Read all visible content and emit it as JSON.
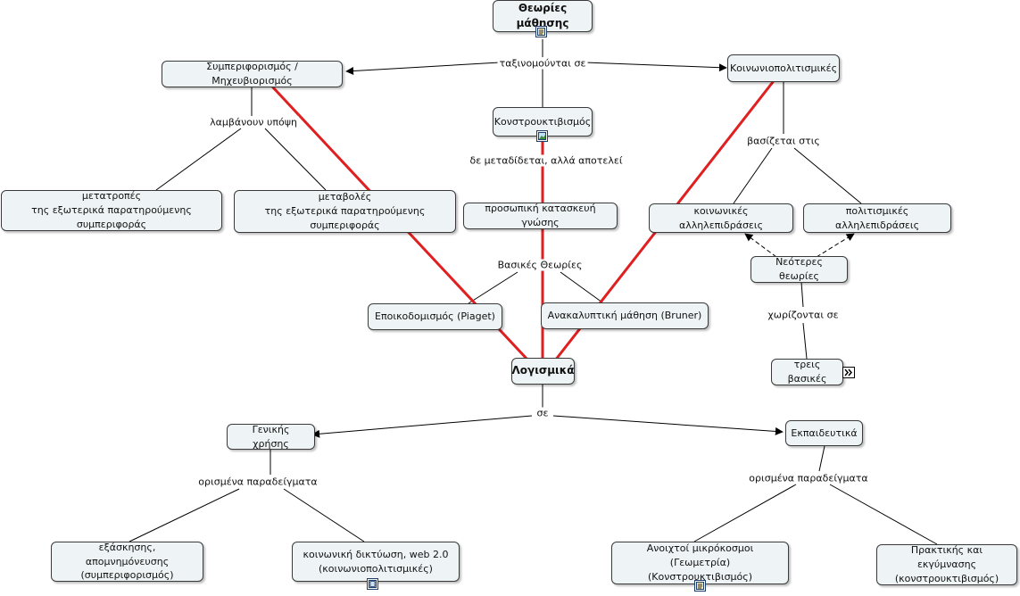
{
  "nodes": {
    "root": "Θεωρίες μάθησης",
    "behaviorism": "Συμπεριφορισμός / Μηχευβιορισμός",
    "sociocultural": "Κοινωνιοπολιτισμικές",
    "constructivism": "Κονστρουκτιβισμός",
    "changes1": [
      "μετατροπές",
      "της εξωτερικά παρατηρούμενης συμπεριφοράς"
    ],
    "changes2": [
      "μεταβολές",
      "της εξωτερικά παρατηρούμενης συμπεριφοράς"
    ],
    "personal": "προσωπική κατασκευή γνώσης",
    "social": "κοινωνικές αλληλεπιδράσεις",
    "cultural": "πολιτισμικές αλληλεπιδράσεις",
    "newer": "Νεότερες θεωρίες",
    "piaget": "Εποικοδομισμός (Piaget)",
    "bruner": "Ανακαλυπτική μάθηση (Bruner)",
    "three": "τρεις βασικές",
    "software": "Λογισμικά",
    "general": "Γενικής χρήσης",
    "educational": "Εκπαιδευτικά",
    "drill": [
      "εξάσκησης, απομνημόνευσης",
      "(συμπεριφορισμός)"
    ],
    "socialnet": [
      "κοινωνική δικτύωση, web 2.0",
      "(κοινωνιοπολιτισμικές)"
    ],
    "microworlds": [
      "Ανοιχτοί μικρόκοσμοι (Γεωμετρία)",
      "(Κονστρουκτιβισμός)"
    ],
    "practice": [
      "Πρακτικής και εκγύμνασης",
      "(κονστρουκτιβισμός)"
    ]
  },
  "links": {
    "classified": "ταξινομούνται σε",
    "take_into_account": "λαμβάνουν υπόψη",
    "not_transferred": "δε μεταδίδεται, αλλά αποτελεί",
    "based_on": "βασίζεται στις",
    "basic_theories": "Βασικές Θεωρίες",
    "divided_into": "χωρίζονται σε",
    "in": "σε",
    "examples_general": "ορισμένα παραδείγματα",
    "examples_edu": "ορισμένα παραδείγματα"
  },
  "colors": {
    "node_fill": "#eef4f6",
    "node_border": "#3a3a3a",
    "highlight_line": "#e02020",
    "line": "#000000"
  },
  "icons": [
    "document-icon",
    "image-icon",
    "film-icon",
    "next-arrow-icon"
  ]
}
